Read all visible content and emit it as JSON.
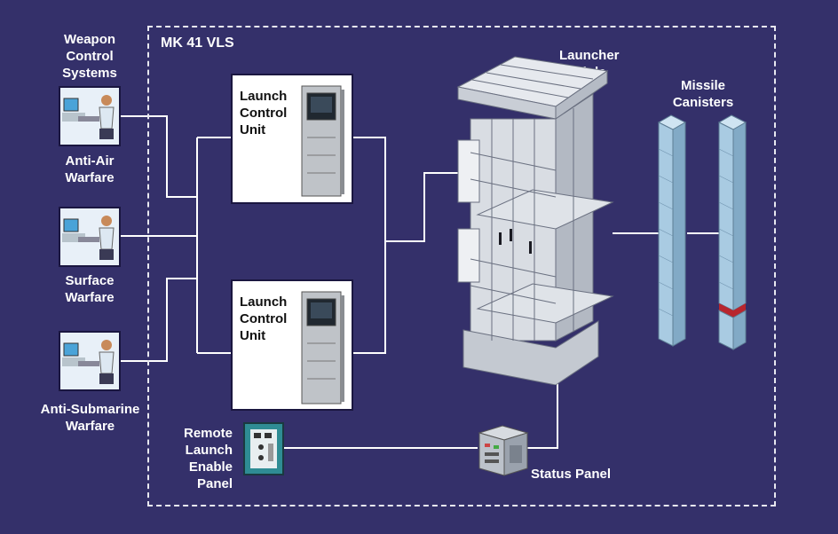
{
  "frame_title": "MK 41 VLS",
  "colors": {
    "background": "#34306a",
    "line": "#ffffff",
    "frame": "#e8e8f0",
    "canister": "#9cc4de"
  },
  "left_header": "Weapon\nControl\nSystems",
  "stations": [
    {
      "label": "Anti-Air\nWarfare",
      "icon": "operator-workstation-icon"
    },
    {
      "label": "Surface\nWarfare",
      "icon": "operator-workstation-icon"
    },
    {
      "label": "Anti-Submarine\nWarfare",
      "icon": "operator-workstation-icon"
    }
  ],
  "lcu": [
    {
      "label": "Launch\nControl\nUnit",
      "icon": "cabinet-icon"
    },
    {
      "label": "Launch\nControl\nUnit",
      "icon": "cabinet-icon"
    }
  ],
  "launcher_module_label": "Launcher\nModule",
  "missile_canisters_label": "Missile\nCanisters",
  "remote_panel_label": "Remote\nLaunch\nEnable\nPanel",
  "status_panel_label": "Status Panel"
}
